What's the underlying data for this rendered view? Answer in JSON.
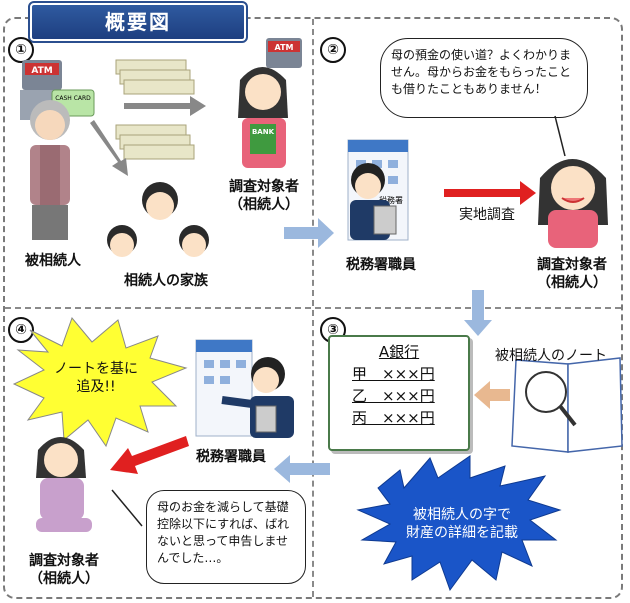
{
  "title": "概要図",
  "steps": [
    "①",
    "②",
    "③",
    "④"
  ],
  "panel1": {
    "decedent_label": "被相続人",
    "family_label": "相続人の家族",
    "heir_label_1": "調査対象者",
    "heir_label_2": "（相続人）",
    "atm_text": "ATM",
    "card_text": "CASH CARD",
    "bank_text": "BANK"
  },
  "panel2": {
    "bubble_text": "母の預金の使い道？よくわかりません。母からお金をもらったことも借りたこともありません！",
    "officer_label": "税務署職員",
    "field_survey_label": "実地調査",
    "heir_label_1": "調査対象者",
    "heir_label_2": "（相続人）",
    "office_sign": "税務署"
  },
  "panel3": {
    "bank_title": "A銀行",
    "ledger_rows": [
      "甲　×××円",
      "乙　×××円",
      "丙　×××円"
    ],
    "notebook_label": "被相続人のノート",
    "burst_text_1": "被相続人の字で",
    "burst_text_2": "財産の詳細を記載"
  },
  "panel4": {
    "shout_text_1": "ノートを基に",
    "shout_text_2": "追及!!",
    "officer_label": "税務署職員",
    "confession": "母のお金を減らして基礎控除以下にすれば、ばれないと思って申告しませんでした…。",
    "heir_label_1": "調査対象者",
    "heir_label_2": "（相続人）"
  },
  "colors": {
    "title_bg": "#2b4f8f",
    "arrow_blue": "#9bb8de",
    "arrow_red": "#e02020",
    "arrow_tan": "#e8b890",
    "burst_yellow": "#ffff33",
    "burst_blue": "#1a55c8"
  }
}
